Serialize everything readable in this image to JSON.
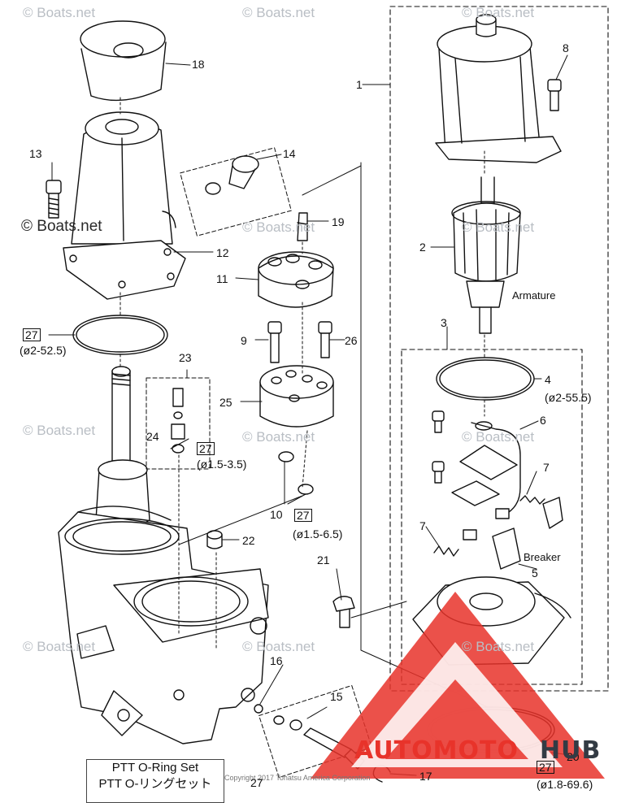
{
  "watermark": "© Boats.net",
  "copyright": "Copyright 2017 Tohatsu America Corporation",
  "callouts": {
    "c1": "1",
    "c2": "2",
    "c3": "3",
    "c4": "4",
    "c5": "5",
    "c6": "6",
    "c7a": "7",
    "c7b": "7",
    "c8": "8",
    "c9": "9",
    "c10": "10",
    "c11": "11",
    "c12": "12",
    "c13": "13",
    "c14": "14",
    "c15": "15",
    "c16": "16",
    "c17": "17",
    "c18": "18",
    "c19": "19",
    "c20": "20",
    "c21": "21",
    "c22": "22",
    "c23": "23",
    "c24": "24",
    "c25": "25",
    "c26": "26",
    "c27_set": "27"
  },
  "ref27": {
    "a": {
      "num": "27",
      "size": "(ø2-52.5)"
    },
    "b": {
      "num": "27",
      "size": "(ø1.5-3.5)"
    },
    "c": {
      "num": "27",
      "size": "(ø1.5-6.5)"
    },
    "d": {
      "num": "27",
      "size": "(ø1.8-69.6)"
    }
  },
  "size4": "(ø2-55.5)",
  "part_names": {
    "armature": "Armature",
    "breaker": "Breaker"
  },
  "oring_set": {
    "line1": "PTT O-Ring Set",
    "line2": "PTT O-リングセット"
  },
  "logo": {
    "text_red": "AUTOMOTO",
    "text_dark": "HUB",
    "red": "#e8332a",
    "dark": "#333b44"
  }
}
